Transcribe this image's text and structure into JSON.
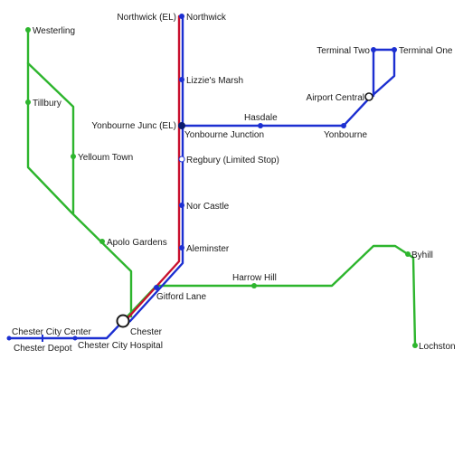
{
  "colors": {
    "green_line": "#2db52d",
    "blue_line": "#1c2fd1",
    "red_line": "#c8102e",
    "station": "#1c2fd1",
    "green_station": "#2db52d",
    "background": "#ffffff"
  },
  "stations": {
    "westerling": "Westerling",
    "tillbury": "Tillbury",
    "yelloum_town": "Yelloum Town",
    "apolo_gardens": "Apolo Gardens",
    "chester": "Chester",
    "chester_city_center": "Chester City Center",
    "chester_depot": "Chester Depot",
    "chester_city_hospital": "Chester City Hospital",
    "gitford_lane": "Gitford Lane",
    "harrow_hill": "Harrow Hill",
    "byhill": "Byhill",
    "lochston": "Lochston",
    "northwick_el": "Northwick (EL)",
    "northwick": "Northwick",
    "lizzies_marsh": "Lizzie's Marsh",
    "yonbourne_junc_el": "Yonbourne Junc (EL)",
    "yonbourne_junction": "Yonbourne Junction",
    "regbury": "Regbury (Limited Stop)",
    "nor_castle": "Nor Castle",
    "aleminster": "Aleminster",
    "hasdale": "Hasdale",
    "yonbourne": "Yonbourne",
    "airport_central": "Airport Central",
    "terminal_two": "Terminal Two",
    "terminal_one": "Terminal One"
  }
}
